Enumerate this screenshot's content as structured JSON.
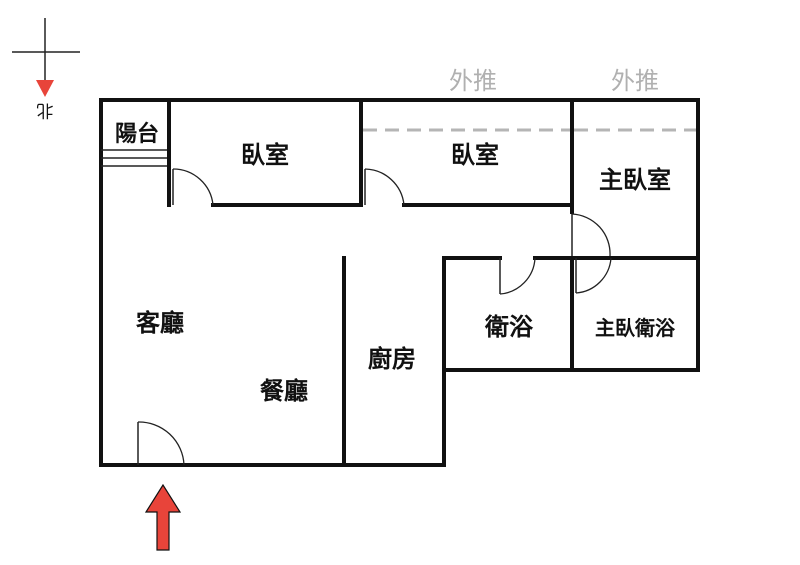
{
  "compass": {
    "label": "北"
  },
  "rooms": {
    "balcony": "陽台",
    "bedroom_1": "臥室",
    "bedroom_2": "臥室",
    "master_bedroom": "主臥室",
    "living_room": "客廳",
    "dining_room": "餐廳",
    "kitchen": "廚房",
    "bathroom": "衛浴",
    "master_bathroom": "主臥衛浴"
  },
  "annotations": {
    "push_out_1": "外推",
    "push_out_2": "外推"
  },
  "colors": {
    "wall": "#111111",
    "accent_arrow": "#e8443a",
    "dashed_line": "#b5b5b5",
    "annotation_text": "#b0b0b0"
  }
}
